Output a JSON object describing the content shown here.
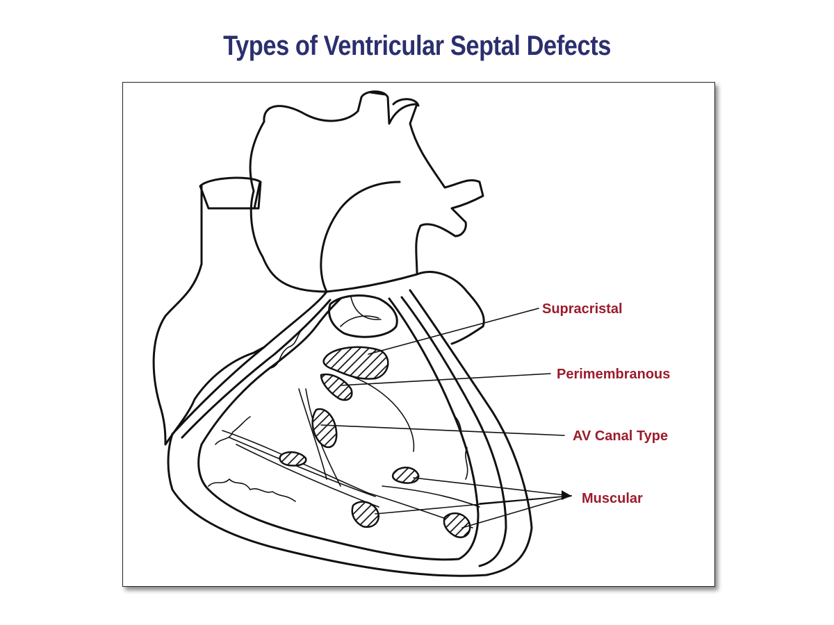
{
  "title": "Types of Ventricular Septal Defects",
  "colors": {
    "title": "#2b2f6e",
    "label": "#9b1c2c",
    "line": "#111111"
  },
  "labels": [
    {
      "id": "supracristal",
      "text": "Supracristal"
    },
    {
      "id": "perimembranous",
      "text": "Perimembranous"
    },
    {
      "id": "av-canal",
      "text": "AV Canal Type"
    },
    {
      "id": "muscular",
      "text": "Muscular"
    }
  ]
}
